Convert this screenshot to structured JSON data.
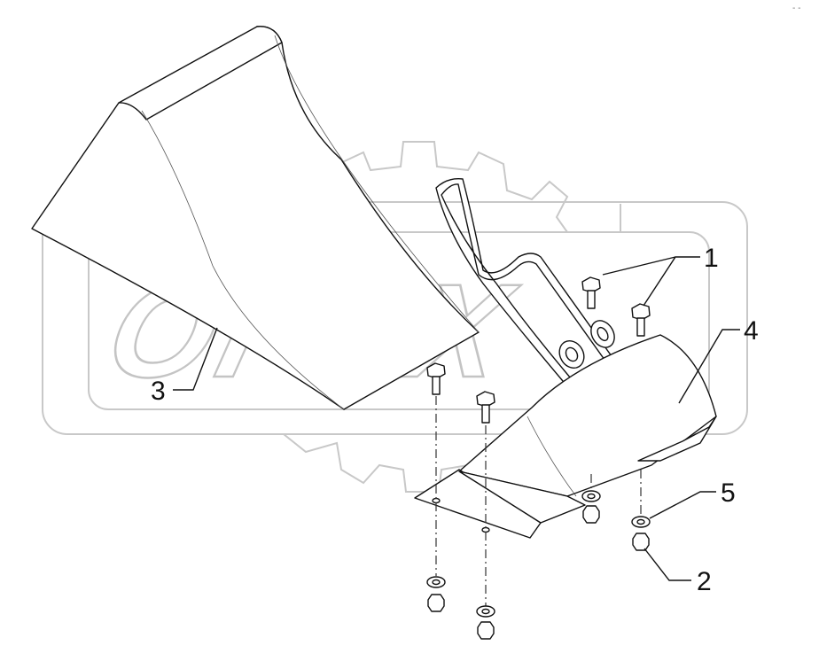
{
  "watermark": {
    "text": "OPEX"
  },
  "corner_mark": "- -",
  "callouts": [
    {
      "id": "1",
      "label": "1"
    },
    {
      "id": "2",
      "label": "2"
    },
    {
      "id": "3",
      "label": "3"
    },
    {
      "id": "4",
      "label": "4"
    },
    {
      "id": "5",
      "label": "5"
    }
  ]
}
